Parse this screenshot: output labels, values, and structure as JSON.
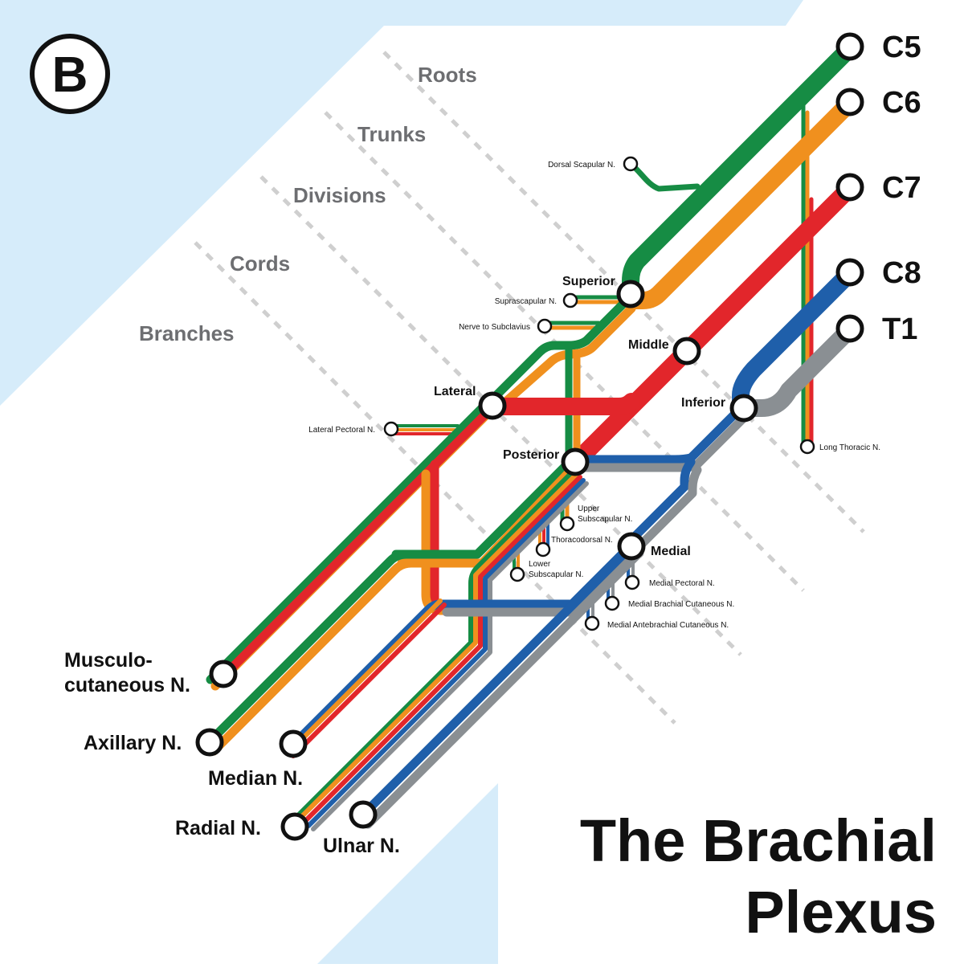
{
  "title": {
    "line1": "The Brachial",
    "line2": "Plexus"
  },
  "logo": {
    "letter": "B"
  },
  "colors": {
    "background": "#ffffff",
    "water": "#d6ecfa",
    "C5": "#168c44",
    "C6": "#f0901e",
    "C7": "#e2262b",
    "C8": "#1f5faa",
    "T1": "#8a8f93",
    "divider": "#cfcfcf"
  },
  "sections": [
    "Roots",
    "Trunks",
    "Divisions",
    "Cords",
    "Branches"
  ],
  "roots": [
    "C5",
    "C6",
    "C7",
    "C8",
    "T1"
  ],
  "trunks": [
    "Superior",
    "Middle",
    "Inferior"
  ],
  "cords": [
    "Lateral",
    "Posterior",
    "Medial"
  ],
  "small_branches": {
    "dorsal_scapular": "Dorsal Scapular N.",
    "suprascapular": "Suprascapular N.",
    "subclavius": "Nerve to Subclavius",
    "lateral_pectoral": "Lateral Pectoral N.",
    "long_thoracic": "Long Thoracic N.",
    "upper_subscapular_1": "Upper",
    "upper_subscapular_2": "Subscapular N.",
    "thoracodorsal": "Thoracodorsal N.",
    "lower_subscapular_1": "Lower",
    "lower_subscapular_2": "Subscapular N.",
    "medial_pectoral": "Medial Pectoral N.",
    "medial_brachial_cutaneous": "Medial Brachial Cutaneous N.",
    "medial_antebrachial_cutaneous": "Medial Antebrachial Cutaneous N."
  },
  "terminal_nerves": {
    "musculocutaneous_1": "Musculo-",
    "musculocutaneous_2": "cutaneous N.",
    "axillary": "Axillary N.",
    "median": "Median N.",
    "radial": "Radial N.",
    "ulnar": "Ulnar N."
  }
}
